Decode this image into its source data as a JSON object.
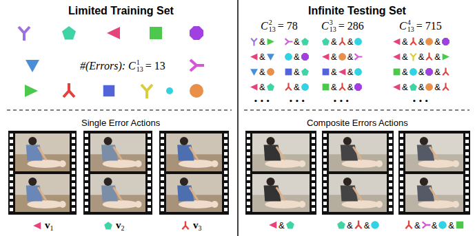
{
  "diagram": {
    "labels": [
      "Limited Training Set",
      "Infinite Testing Set",
      "#(Errors): C",
      "1",
      "13",
      "= 13",
      "C",
      "2",
      "13",
      "= 78",
      "C",
      "3",
      "13",
      "= 286",
      "C",
      "4",
      "13",
      "= 715",
      "Single Error Actions",
      "Composite Errors Actions",
      "v",
      "1",
      "v",
      "2",
      "v",
      "3",
      "&",
      "&",
      "&",
      "&",
      "&",
      "&",
      "&",
      "&",
      "&",
      "&",
      "&",
      "&",
      "&",
      "&",
      "&",
      "&",
      "&",
      "&",
      "&",
      "&",
      "&",
      "&",
      "&",
      "&",
      "&",
      "&",
      "&",
      "&",
      "• • •",
      "• • •",
      "• • •",
      "• • •",
      "&",
      "&",
      "&",
      "&",
      "&",
      "&"
    ]
  }
}
